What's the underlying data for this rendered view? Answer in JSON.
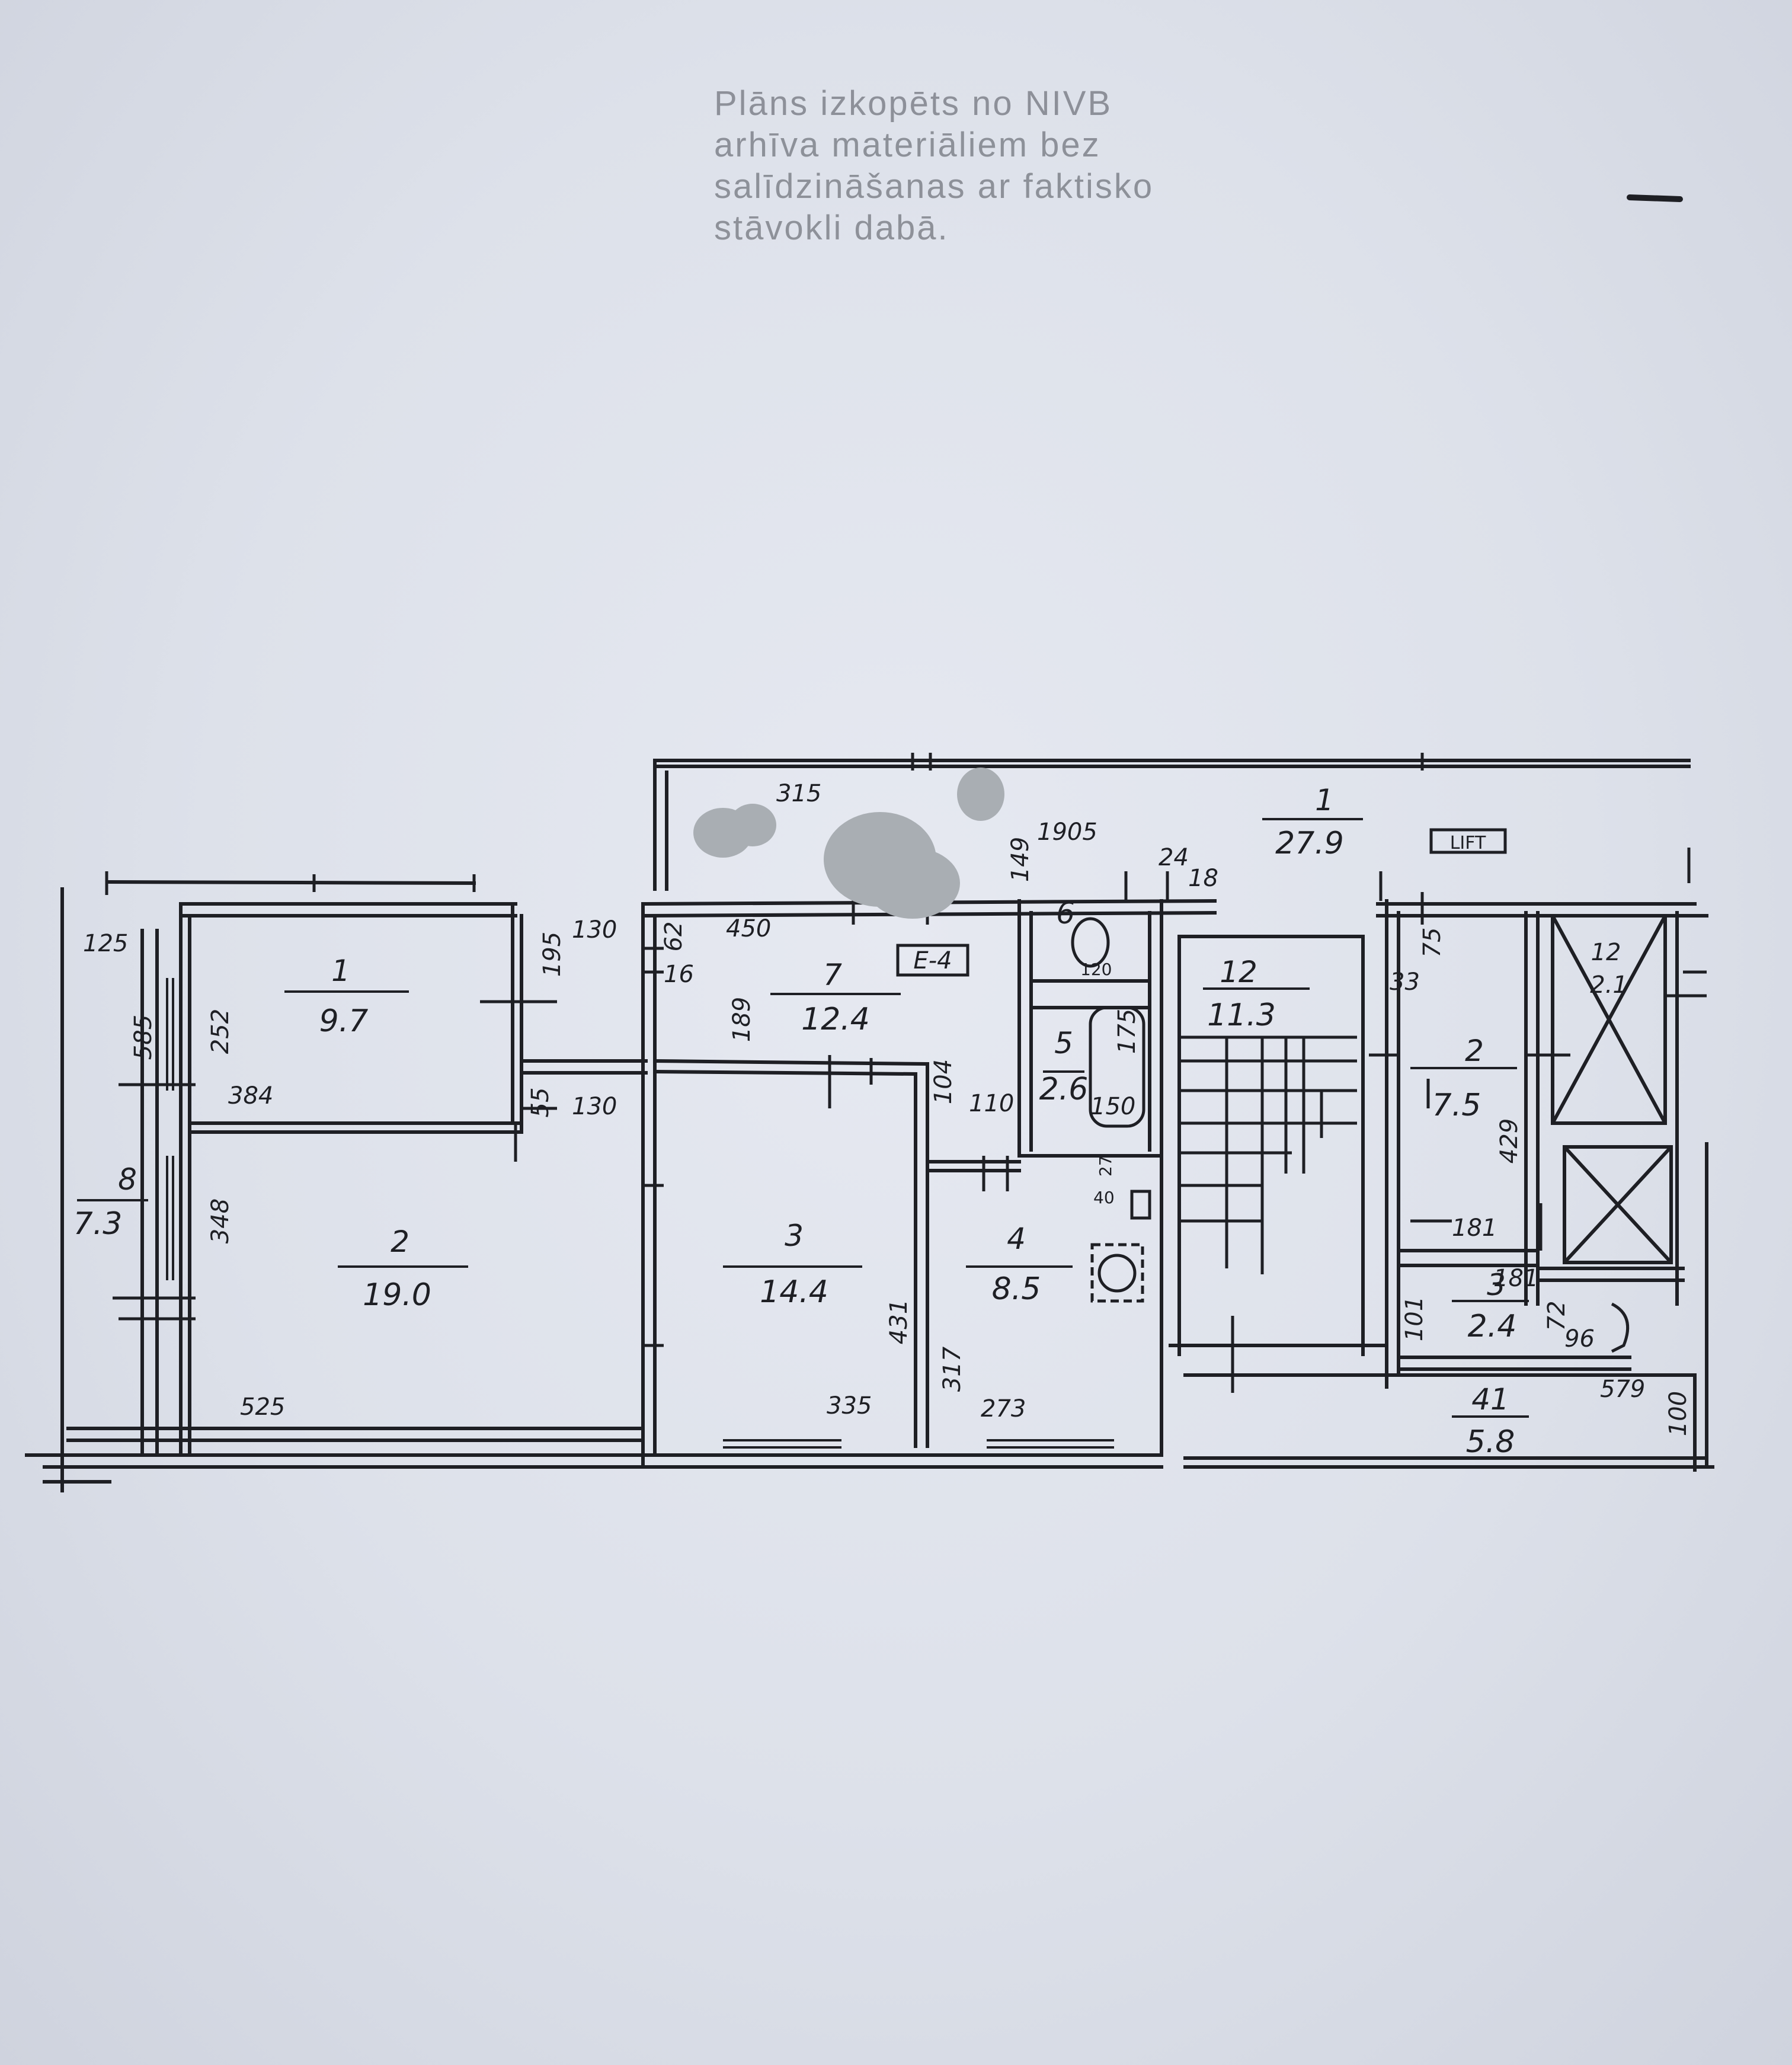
{
  "stamp": {
    "lines": [
      "Plāns izkopēts no NIVB",
      "arhīva materiāliem bez",
      "salīdzināšanas ar faktisko",
      "stāvokli dabā."
    ]
  },
  "rooms": [
    {
      "num": "1",
      "area": "9.7"
    },
    {
      "num": "2",
      "area": "19.0"
    },
    {
      "num": "3",
      "area": "14.4"
    },
    {
      "num": "4",
      "area": "8.5"
    },
    {
      "num": "5",
      "area": "2.6"
    },
    {
      "num": "6",
      "area": ""
    },
    {
      "num": "7",
      "area": "12.4"
    },
    {
      "num": "8",
      "area": "7.3"
    },
    {
      "num": "1",
      "area": "27.9"
    },
    {
      "num": "12",
      "area": "11.3"
    },
    {
      "num": "2",
      "area": "7.5"
    },
    {
      "num": "3",
      "area": "2.4"
    },
    {
      "num": "41",
      "area": "5.8"
    },
    {
      "num": "12",
      "area": "2.1"
    }
  ],
  "dimensions": {
    "d125": "125",
    "d585": "585",
    "d252": "252",
    "d384": "384",
    "d348": "348",
    "d525": "525",
    "d130a": "130",
    "d195": "195",
    "d55": "55",
    "d130b": "130",
    "d62": "62",
    "d16": "16",
    "d450": "450",
    "d189": "189",
    "d315": "315",
    "d149": "149",
    "d1905": "1905",
    "d24": "24",
    "d18": "18",
    "d104": "104",
    "d110": "110",
    "d175": "175",
    "d150": "150",
    "d120": "120",
    "d27": "27",
    "d40": "40",
    "d431": "431",
    "d335": "335",
    "d317": "317",
    "d273": "273",
    "d75": "75",
    "d33": "33",
    "d429": "429",
    "d181a": "181",
    "d181b": "181",
    "d101": "101",
    "d72": "72",
    "d96": "96",
    "d579": "579",
    "d100": "100"
  },
  "tags": {
    "kitchen_tag": "E-4",
    "lift_tag": "LIFT"
  },
  "colors": {
    "ink": "#1e1f24",
    "paper": "#e3e6ee",
    "stamp": "#80838b",
    "redaction": "#a9aeb3"
  }
}
